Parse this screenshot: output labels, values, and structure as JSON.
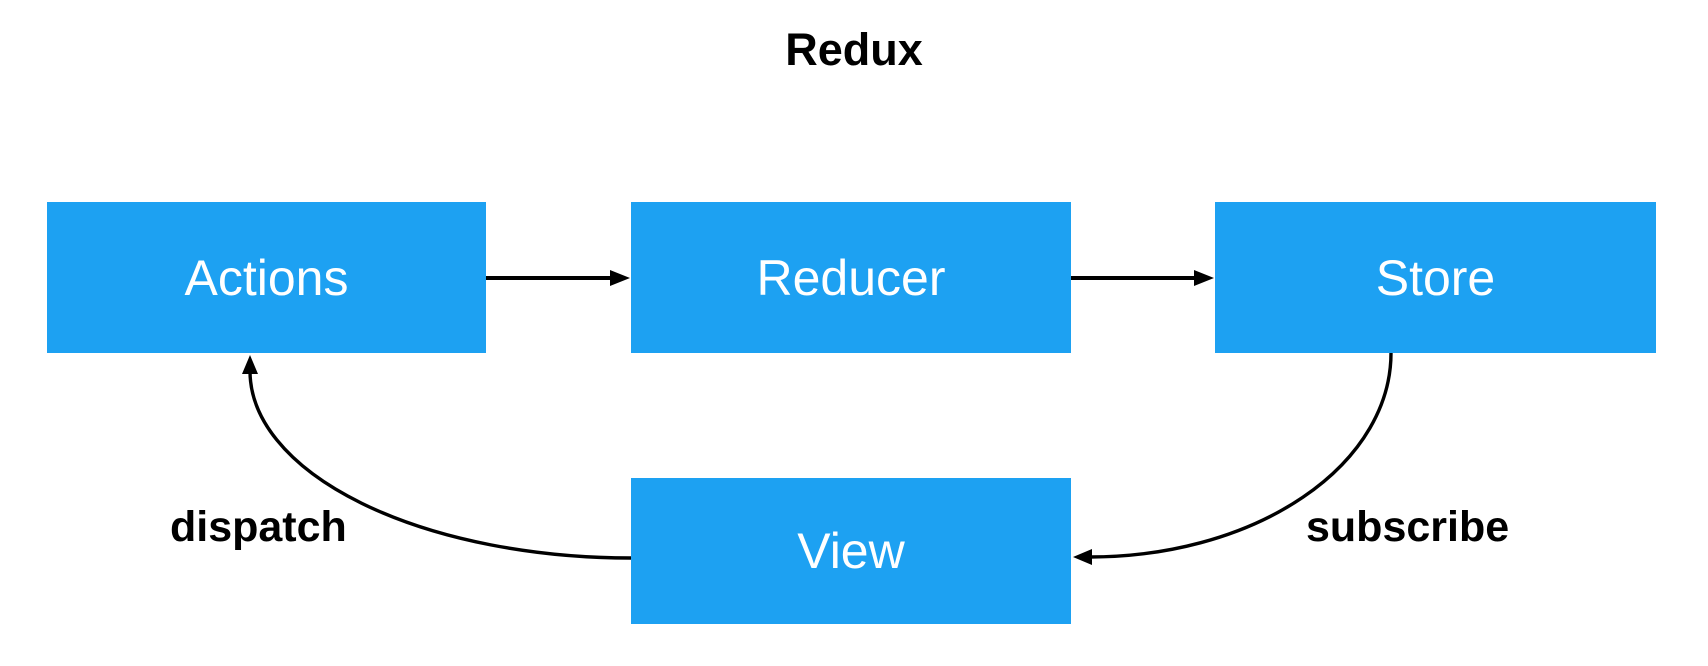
{
  "diagram": {
    "title": "Redux",
    "nodes": {
      "actions": {
        "label": "Actions"
      },
      "reducer": {
        "label": "Reducer"
      },
      "store": {
        "label": "Store"
      },
      "view": {
        "label": "View"
      }
    },
    "edge_labels": {
      "dispatch": "dispatch",
      "subscribe": "subscribe"
    },
    "edges": [
      {
        "from": "Actions",
        "to": "Reducer",
        "label": ""
      },
      {
        "from": "Reducer",
        "to": "Store",
        "label": ""
      },
      {
        "from": "Store",
        "to": "View",
        "label": "subscribe"
      },
      {
        "from": "View",
        "to": "Actions",
        "label": "dispatch"
      }
    ],
    "colors": {
      "node_fill": "#1da1f2",
      "node_text": "#ffffff",
      "arrow": "#000000",
      "label_text": "#000000",
      "background": "#ffffff"
    }
  }
}
